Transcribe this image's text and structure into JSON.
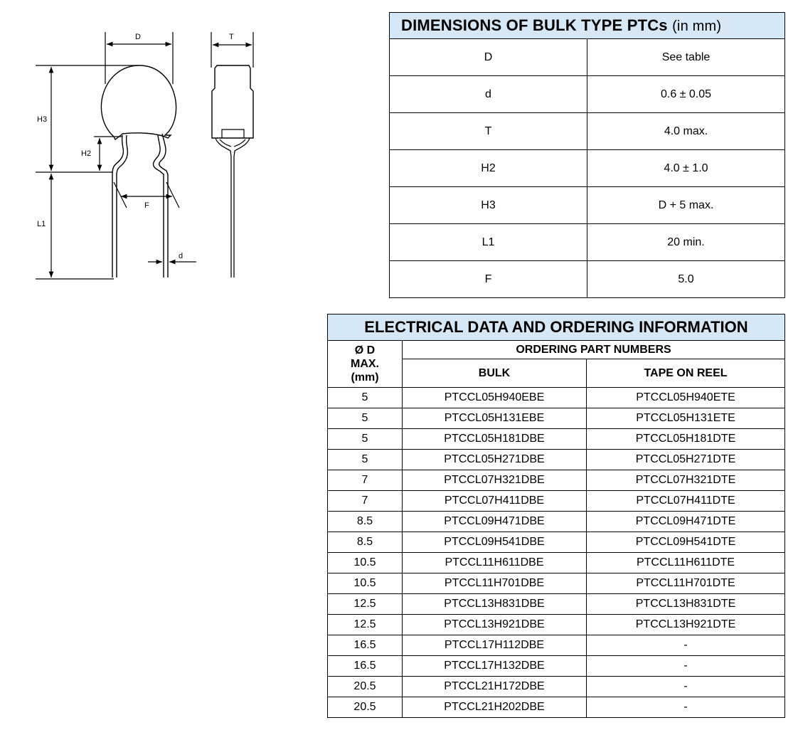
{
  "drawing": {
    "labels": {
      "D": "D",
      "T": "T",
      "H3": "H3",
      "H2": "H2",
      "F": "F",
      "L1": "L1",
      "d": "d"
    }
  },
  "dimensions": {
    "title_bold": "DIMENSIONS OF BULK TYPE PTCs",
    "title_unit": "(in mm)",
    "rows": [
      {
        "param": "D",
        "value": "See table"
      },
      {
        "param": "d",
        "value": "0.6 ± 0.05"
      },
      {
        "param": "T",
        "value": "4.0 max."
      },
      {
        "param": "H2",
        "value": "4.0 ± 1.0"
      },
      {
        "param": "H3",
        "value": "D + 5 max."
      },
      {
        "param": "L1",
        "value": "20 min."
      },
      {
        "param": "F",
        "value": "5.0"
      }
    ]
  },
  "electrical": {
    "title": "ELECTRICAL DATA AND ORDERING INFORMATION",
    "col_d": {
      "line1": "Ø D",
      "line2": "MAX.",
      "line3": "(mm)"
    },
    "col_ordering": "ORDERING PART NUMBERS",
    "col_bulk": "BULK",
    "col_tape": "TAPE ON REEL",
    "rows": [
      {
        "d": "5",
        "bulk": "PTCCL05H940EBE",
        "tape": "PTCCL05H940ETE"
      },
      {
        "d": "5",
        "bulk": "PTCCL05H131EBE",
        "tape": "PTCCL05H131ETE"
      },
      {
        "d": "5",
        "bulk": "PTCCL05H181DBE",
        "tape": "PTCCL05H181DTE"
      },
      {
        "d": "5",
        "bulk": "PTCCL05H271DBE",
        "tape": "PTCCL05H271DTE"
      },
      {
        "d": "7",
        "bulk": "PTCCL07H321DBE",
        "tape": "PTCCL07H321DTE"
      },
      {
        "d": "7",
        "bulk": "PTCCL07H411DBE",
        "tape": "PTCCL07H411DTE"
      },
      {
        "d": "8.5",
        "bulk": "PTCCL09H471DBE",
        "tape": "PTCCL09H471DTE"
      },
      {
        "d": "8.5",
        "bulk": "PTCCL09H541DBE",
        "tape": "PTCCL09H541DTE"
      },
      {
        "d": "10.5",
        "bulk": "PTCCL11H611DBE",
        "tape": "PTCCL11H611DTE"
      },
      {
        "d": "10.5",
        "bulk": "PTCCL11H701DBE",
        "tape": "PTCCL11H701DTE"
      },
      {
        "d": "12.5",
        "bulk": "PTCCL13H831DBE",
        "tape": "PTCCL13H831DTE"
      },
      {
        "d": "12.5",
        "bulk": "PTCCL13H921DBE",
        "tape": "PTCCL13H921DTE"
      },
      {
        "d": "16.5",
        "bulk": "PTCCL17H112DBE",
        "tape": "-"
      },
      {
        "d": "16.5",
        "bulk": "PTCCL17H132DBE",
        "tape": "-"
      },
      {
        "d": "20.5",
        "bulk": "PTCCL21H172DBE",
        "tape": "-"
      },
      {
        "d": "20.5",
        "bulk": "PTCCL21H202DBE",
        "tape": "-"
      }
    ]
  }
}
